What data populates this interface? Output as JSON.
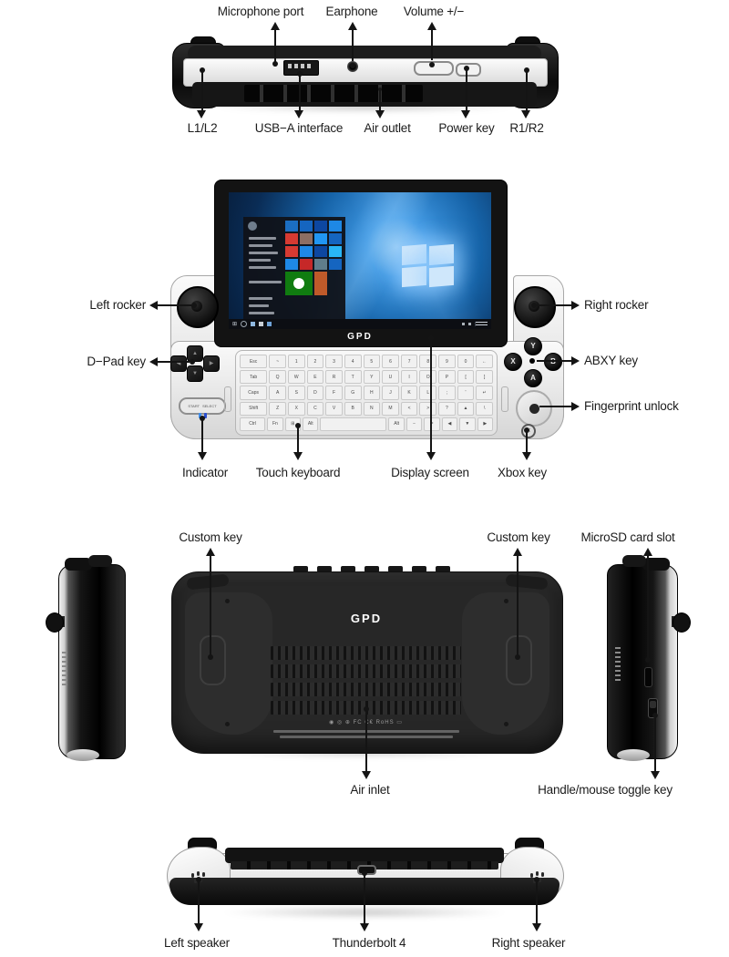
{
  "device": {
    "brand": "GPD"
  },
  "top_view": {
    "labels_above": [
      {
        "text": "Microphone port"
      },
      {
        "text": "Earphone"
      },
      {
        "text": "Volume +/−"
      }
    ],
    "labels_below": [
      {
        "text": "L1/L2"
      },
      {
        "text": "USB−A interface"
      },
      {
        "text": "Air outlet"
      },
      {
        "text": "Power key"
      },
      {
        "text": "R1/R2"
      }
    ]
  },
  "front_view": {
    "labels_left": [
      {
        "text": "Left rocker"
      },
      {
        "text": "D−Pad key"
      }
    ],
    "labels_right": [
      {
        "text": "Right rocker"
      },
      {
        "text": "ABXY key"
      },
      {
        "text": "Fingerprint unlock"
      }
    ],
    "labels_below": [
      {
        "text": "Indicator"
      },
      {
        "text": "Touch keyboard"
      },
      {
        "text": "Display screen"
      },
      {
        "text": "Xbox key"
      }
    ],
    "logo": "GPD",
    "gamepad": {
      "start": "START",
      "select": "SELECT",
      "y": "Y",
      "x": "X",
      "b": "B",
      "a": "A",
      "xbox_glyph": "✕"
    },
    "keyboard": {
      "rows": [
        [
          "Esc",
          "~",
          "1",
          "2",
          "3",
          "4",
          "5",
          "6",
          "7",
          "8",
          "9",
          "0",
          "←"
        ],
        [
          "Tab",
          "Q",
          "W",
          "E",
          "R",
          "T",
          "Y",
          "U",
          "I",
          "O",
          "P",
          "[",
          "]"
        ],
        [
          "Caps",
          "A",
          "S",
          "D",
          "F",
          "G",
          "H",
          "J",
          "K",
          "L",
          ";",
          "'",
          "↵"
        ],
        [
          "Shift",
          "Z",
          "X",
          "C",
          "V",
          "B",
          "N",
          "M",
          "<",
          ">",
          "?",
          "▲",
          "\\"
        ],
        [
          "Ctrl",
          "Fn",
          "⊞",
          "Alt",
          "",
          "Alt",
          "−",
          "=",
          "◀",
          "▼",
          "▶"
        ]
      ]
    },
    "screen": {
      "wallpaper_accent": "#2f8fe0",
      "tile_colors": [
        "#1b6ec2",
        "#1565c0",
        "#0d47a1",
        "#1e88e5",
        "#d63a32",
        "#8d6e63",
        "#2196f3",
        "#1565c0",
        "#d63a32",
        "#1e88e5",
        "#0d47a1",
        "#29b6f6",
        "#1e88e5",
        "#c62828",
        "#607d8b",
        "#1565c0"
      ],
      "xbox_tile_color": "#107c10",
      "extra_tile_color": "#bf5a2a"
    }
  },
  "back_view": {
    "labels_above": [
      {
        "text": "Custom key"
      },
      {
        "text": "Custom key"
      },
      {
        "text": "MicroSD card slot"
      }
    ],
    "labels_below": [
      {
        "text": "Air inlet"
      },
      {
        "text": "Handle/mouse toggle key"
      }
    ],
    "logo": "GPD",
    "cert_marks": "◉ ◎ ⊕  FC C€ RoHS ▭"
  },
  "bottom_view": {
    "labels_below": [
      {
        "text": "Left speaker"
      },
      {
        "text": "Thunderbolt 4"
      },
      {
        "text": "Right speaker"
      }
    ]
  }
}
